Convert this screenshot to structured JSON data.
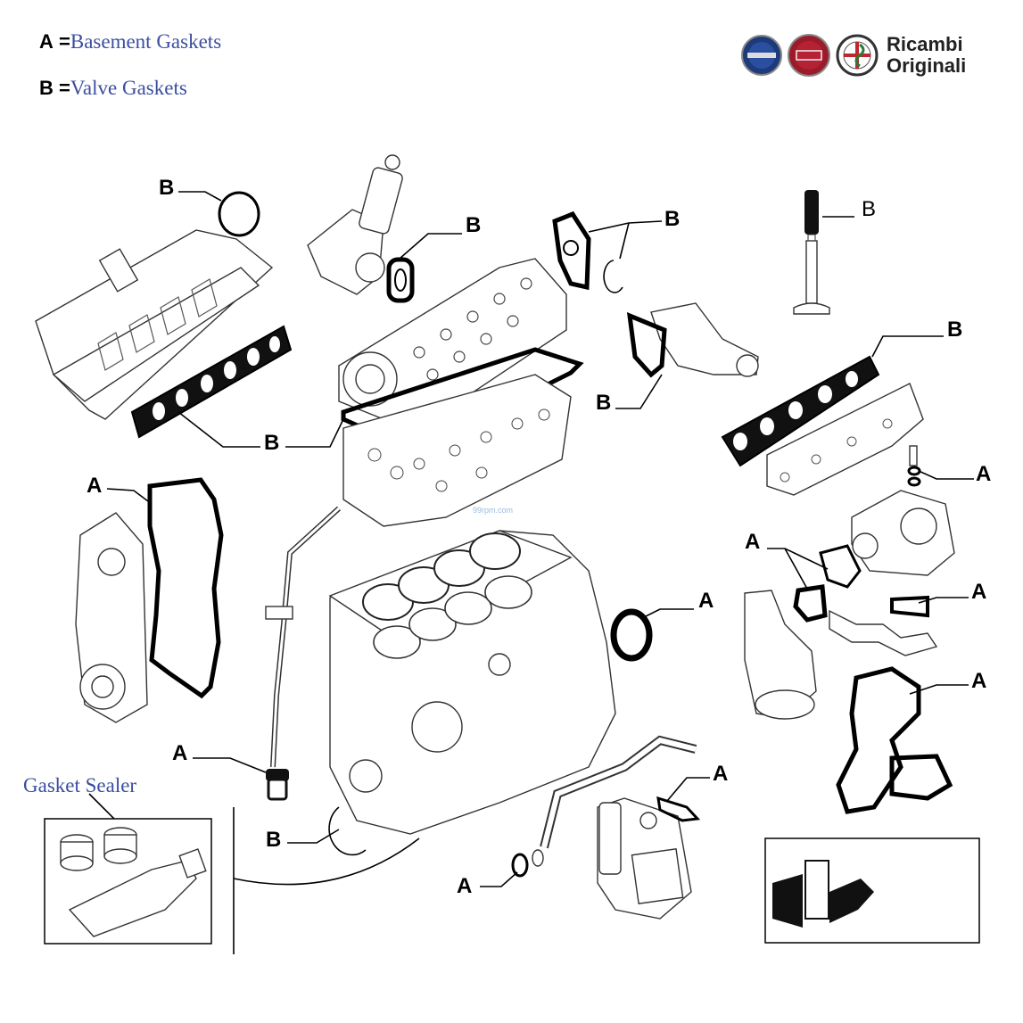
{
  "legend": {
    "a_key": "A",
    "a_eq": "=",
    "a_label": "Basement Gaskets",
    "b_key": "B",
    "b_eq": "=",
    "b_label": "Valve Gaskets"
  },
  "logo": {
    "brand_line1": "Ricambi",
    "brand_line2": "Originali",
    "badges": [
      "lancia-badge",
      "fiat-badge",
      "alfa-romeo-badge"
    ]
  },
  "callouts": {
    "a": "A",
    "b": "B"
  },
  "gasket_sealer": "Gasket Sealer",
  "watermark": "99rpm.com",
  "colors": {
    "legend_text": "#3b4ea0",
    "lines": "#000000",
    "watermark": "#99bbdd"
  }
}
